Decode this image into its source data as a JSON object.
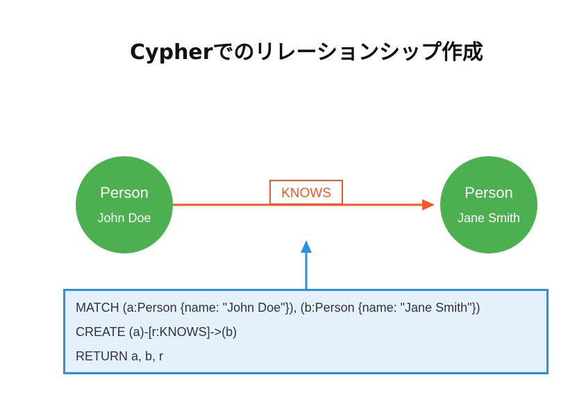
{
  "title": "Cypherでのリレーションシップ作成",
  "nodes": [
    {
      "label": "Person",
      "name": "John Doe"
    },
    {
      "label": "Person",
      "name": "Jane Smith"
    }
  ],
  "relationship": {
    "type": "KNOWS"
  },
  "query": [
    "MATCH (a:Person {name: \"John Doe\"}), (b:Person {name: \"Jane Smith\"})",
    "CREATE (a)-[r:KNOWS]->(b)",
    "RETURN a, b, r"
  ],
  "colors": {
    "node_fill": "#4caf50",
    "relationship": "#f4572a",
    "code_border": "#2b8fe3",
    "code_background": "#e4f1fc",
    "pointer_arrow": "#2b8fe3"
  }
}
